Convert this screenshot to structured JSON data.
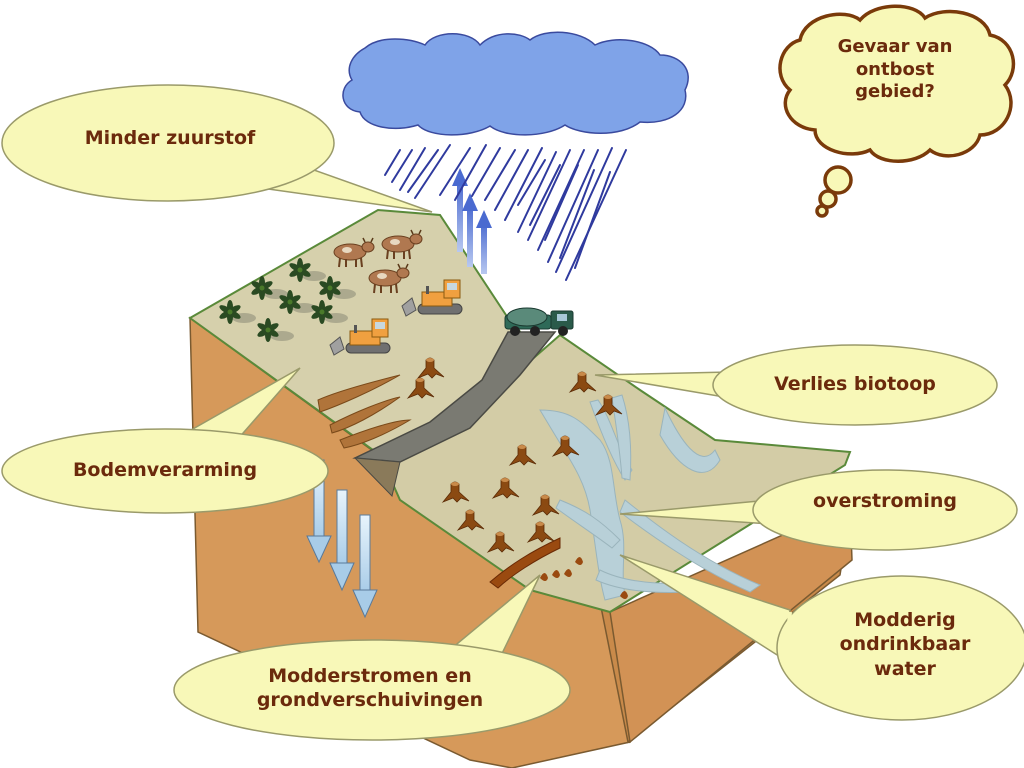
{
  "callouts": {
    "less_oxygen": "Minder zuurstof",
    "soil_depletion": "Bodemverarming",
    "mudflows": "Modderstromen en\ngrondverschuivingen",
    "habitat_loss": "Verlies biotoop",
    "flooding": "overstroming",
    "muddy_water": "Modderig\nondrinkbaar\nwater"
  },
  "thought_bubble": "Gevaar van\nontbost\ngebied?",
  "colors": {
    "callout_fill": "#f8f8b8",
    "callout_stroke": "#9a9a6a",
    "text": "#6b2a0c",
    "cloud": "#7fa3e8",
    "rain": "#2f3a9e",
    "soil_side": "#d6995a",
    "ground": "#d6d0ac",
    "river": "#b8d0d8",
    "road": "#7a7a72",
    "stump": "#8b4a12",
    "thought_stroke": "#7a3a0a"
  },
  "icons": [
    "cloud-icon",
    "cow-icon",
    "bulldozer-icon",
    "truck-icon",
    "plant-icon",
    "tree-stump-icon",
    "arrow-up-icon",
    "arrow-down-icon"
  ]
}
